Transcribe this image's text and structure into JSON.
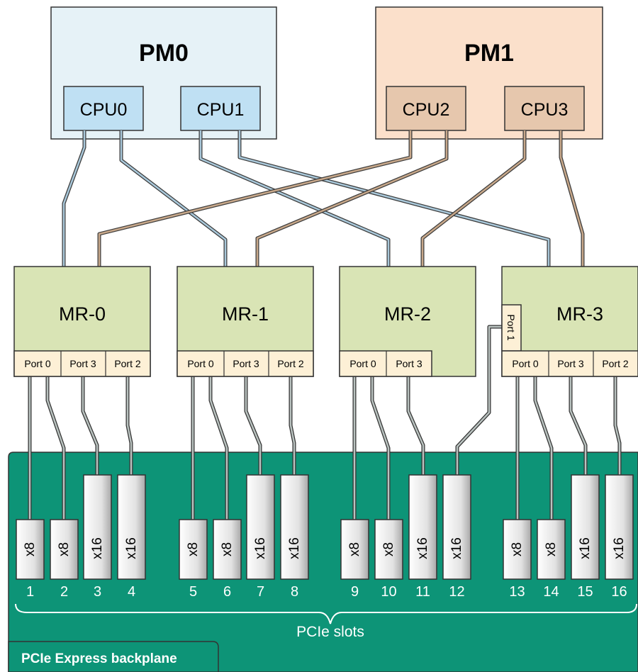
{
  "modules": [
    {
      "title": "PM0",
      "cpus": [
        "CPU0",
        "CPU1"
      ],
      "fill": "#e6f2f7",
      "cpu_fill": "#bfe0f3"
    },
    {
      "title": "PM1",
      "cpus": [
        "CPU2",
        "CPU3"
      ],
      "fill": "#fbe0cb",
      "cpu_fill": "#e6c7ad"
    }
  ],
  "risers": [
    {
      "name": "MR-0",
      "ports": [
        "Port 0",
        "Port 3",
        "Port 2"
      ]
    },
    {
      "name": "MR-1",
      "ports": [
        "Port 0",
        "Port 3",
        "Port 2"
      ]
    },
    {
      "name": "MR-2",
      "ports": [
        "Port 0",
        "Port 3"
      ]
    },
    {
      "name": "MR-3",
      "ports": [
        "Port 0",
        "Port 3",
        "Port 2"
      ],
      "side_port": "Port 1"
    }
  ],
  "slots": [
    {
      "num": "1",
      "width": "x8"
    },
    {
      "num": "2",
      "width": "x8"
    },
    {
      "num": "3",
      "width": "x16"
    },
    {
      "num": "4",
      "width": "x16"
    },
    {
      "num": "5",
      "width": "x8"
    },
    {
      "num": "6",
      "width": "x8"
    },
    {
      "num": "7",
      "width": "x16"
    },
    {
      "num": "8",
      "width": "x16"
    },
    {
      "num": "9",
      "width": "x8"
    },
    {
      "num": "10",
      "width": "x8"
    },
    {
      "num": "11",
      "width": "x16"
    },
    {
      "num": "12",
      "width": "x16"
    },
    {
      "num": "13",
      "width": "x8"
    },
    {
      "num": "14",
      "width": "x8"
    },
    {
      "num": "15",
      "width": "x16"
    },
    {
      "num": "16",
      "width": "x16"
    }
  ],
  "captions": {
    "slots_caption": "PCIe slots",
    "backplane_label": "PCIe Express backplane"
  },
  "colors": {
    "riser_fill": "#d9e4b5",
    "port_fill": "#fdf0d6",
    "backplane": "#0d9477",
    "cable_blue": "#a9c8da",
    "cable_tan": "#c8a88a",
    "cable_gray": "#b9c2bf"
  }
}
